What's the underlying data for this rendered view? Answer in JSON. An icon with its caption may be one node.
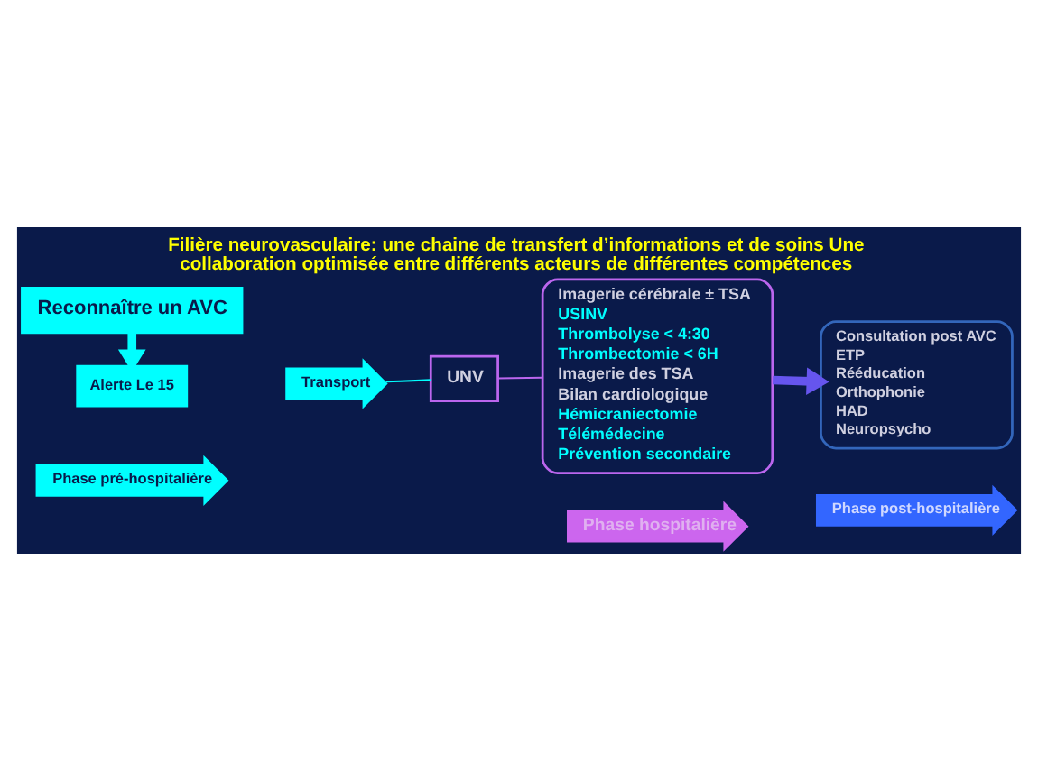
{
  "diagram": {
    "title": "Filière neurovasculaire: une chaine de transfert d’informations et de soins Une collaboration optimisée entre différents acteurs de différentes compétences",
    "nodes": [
      {
        "text": [
          "Reconnaître un AVC"
        ]
      },
      {
        "text": [
          "Alerte Le 15"
        ]
      },
      {
        "text": [
          "Transport"
        ]
      },
      {
        "text": [
          "UNV"
        ]
      },
      {
        "text": [
          "Imagerie cérébrale ± TSA",
          "USINV",
          "Thrombolyse < 4:30",
          "Thrombectomie < 6H",
          "Imagerie des TSA",
          "Bilan cardiologique",
          "Hémicraniectomie",
          "Télémédecine",
          "Prévention secondaire"
        ]
      },
      {
        "text": [
          "Consultation post AVC",
          "ETP",
          "Rééducation",
          "Orthophonie",
          "HAD",
          "Neuropsycho"
        ]
      },
      {
        "text": [
          "Phase pré-hospitalière"
        ]
      },
      {
        "text": [
          "Phase hospitalière"
        ]
      },
      {
        "text": [
          "Phase post-hospitalière"
        ]
      }
    ],
    "edges": [
      {
        "from": 0,
        "to": 1,
        "arrow": "to",
        "color": "#00ffff",
        "style": "thick"
      },
      {
        "from": 2,
        "to": 3,
        "arrow": "none"
      },
      {
        "from": 3,
        "to": 4,
        "arrow": "none",
        "color": "#bb66ee"
      },
      {
        "from": 4,
        "to": 5,
        "arrow": "to",
        "color": "#6655ee",
        "style": "thick"
      }
    ]
  }
}
